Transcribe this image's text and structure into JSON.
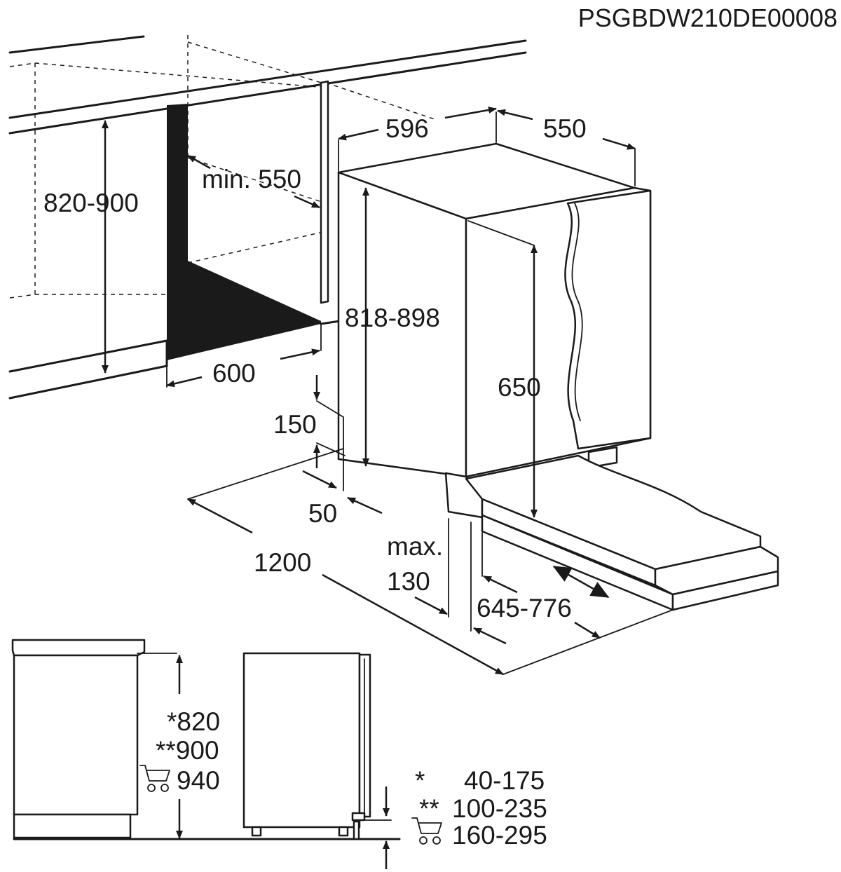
{
  "document_code": "PSGBDW210DE00008",
  "dimensions": {
    "cabinet_height": "820-900",
    "min_depth": "min. 550",
    "niche_width": "600",
    "appliance_width": "596",
    "appliance_depth": "550",
    "appliance_height": "818-898",
    "door_height": "650",
    "plinth_height": "150",
    "plinth_gap": "50",
    "door_clearance": "1200",
    "max_label": "max.",
    "max_value": "130",
    "door_travel": "645-776"
  },
  "side_view": {
    "height_1": "*820",
    "height_2": "**900",
    "height_3": "940",
    "legend": [
      {
        "mark": "*",
        "value": "40-175"
      },
      {
        "mark": "**",
        "value": "100-235"
      },
      {
        "mark": "cart",
        "value": "160-295"
      }
    ]
  }
}
